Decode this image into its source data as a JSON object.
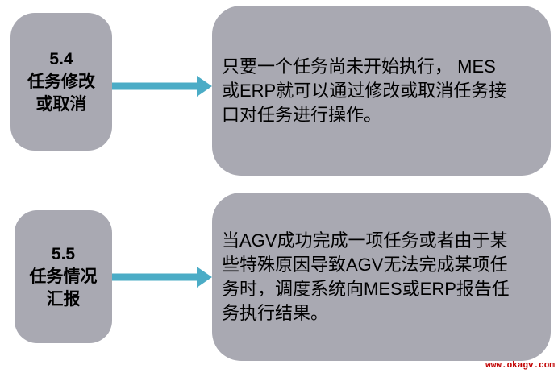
{
  "page": {
    "background_color": "#ffffff"
  },
  "theme": {
    "box_fill_color": "#a9a9b2",
    "arrow_color": "#4bacc6",
    "text_color": "#000000",
    "watermark_color": "#c00000"
  },
  "rows": [
    {
      "step_number": "5.4",
      "step_title_lines": [
        "任务修改",
        "或取消"
      ],
      "description_lines": [
        "只要一个任务尚未开始执行， MES",
        "或ERP就可以通过修改或取消任务接",
        "口对任务进行操作。"
      ]
    },
    {
      "step_number": "5.5",
      "step_title_lines": [
        "任务情况",
        "汇报"
      ],
      "description_lines": [
        "当AGV成功完成一项任务或者由于某",
        "些特殊原因导致AGV无法完成某项任",
        "务时，调度系统向MES或ERP报告任",
        "务执行结果。"
      ]
    }
  ],
  "watermark": {
    "text": "www.okagv.com"
  }
}
